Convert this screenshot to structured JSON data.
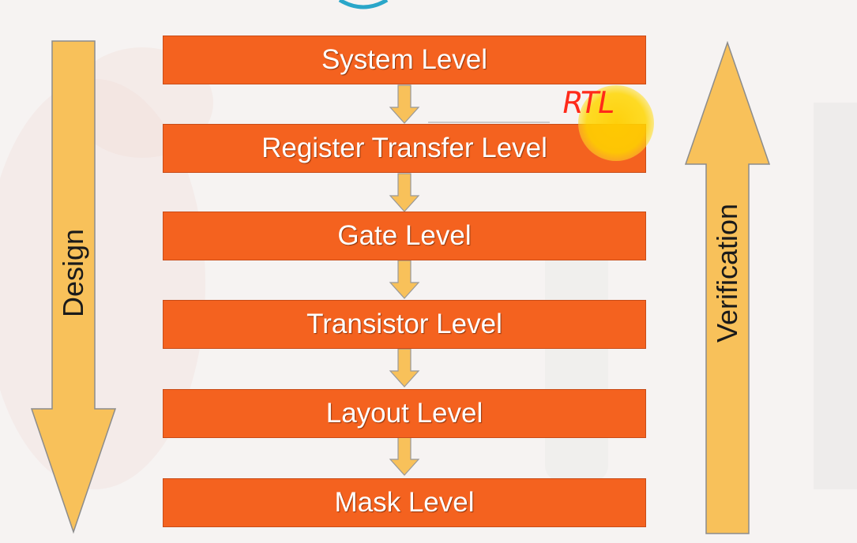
{
  "diagram": {
    "levels": [
      {
        "label": "System Level"
      },
      {
        "label": "Register Transfer Level"
      },
      {
        "label": "Gate Level"
      },
      {
        "label": "Transistor Level"
      },
      {
        "label": "Layout Level"
      },
      {
        "label": "Mask Level"
      }
    ],
    "left_arrow_label": "Design",
    "right_arrow_label": "Verification",
    "annotation": "RTL"
  },
  "colors": {
    "box_fill": "#f4621f",
    "arrow_fill": "#f8c15a",
    "annotation": "#ff2a1a",
    "cursor_highlight": "#ffd200"
  }
}
